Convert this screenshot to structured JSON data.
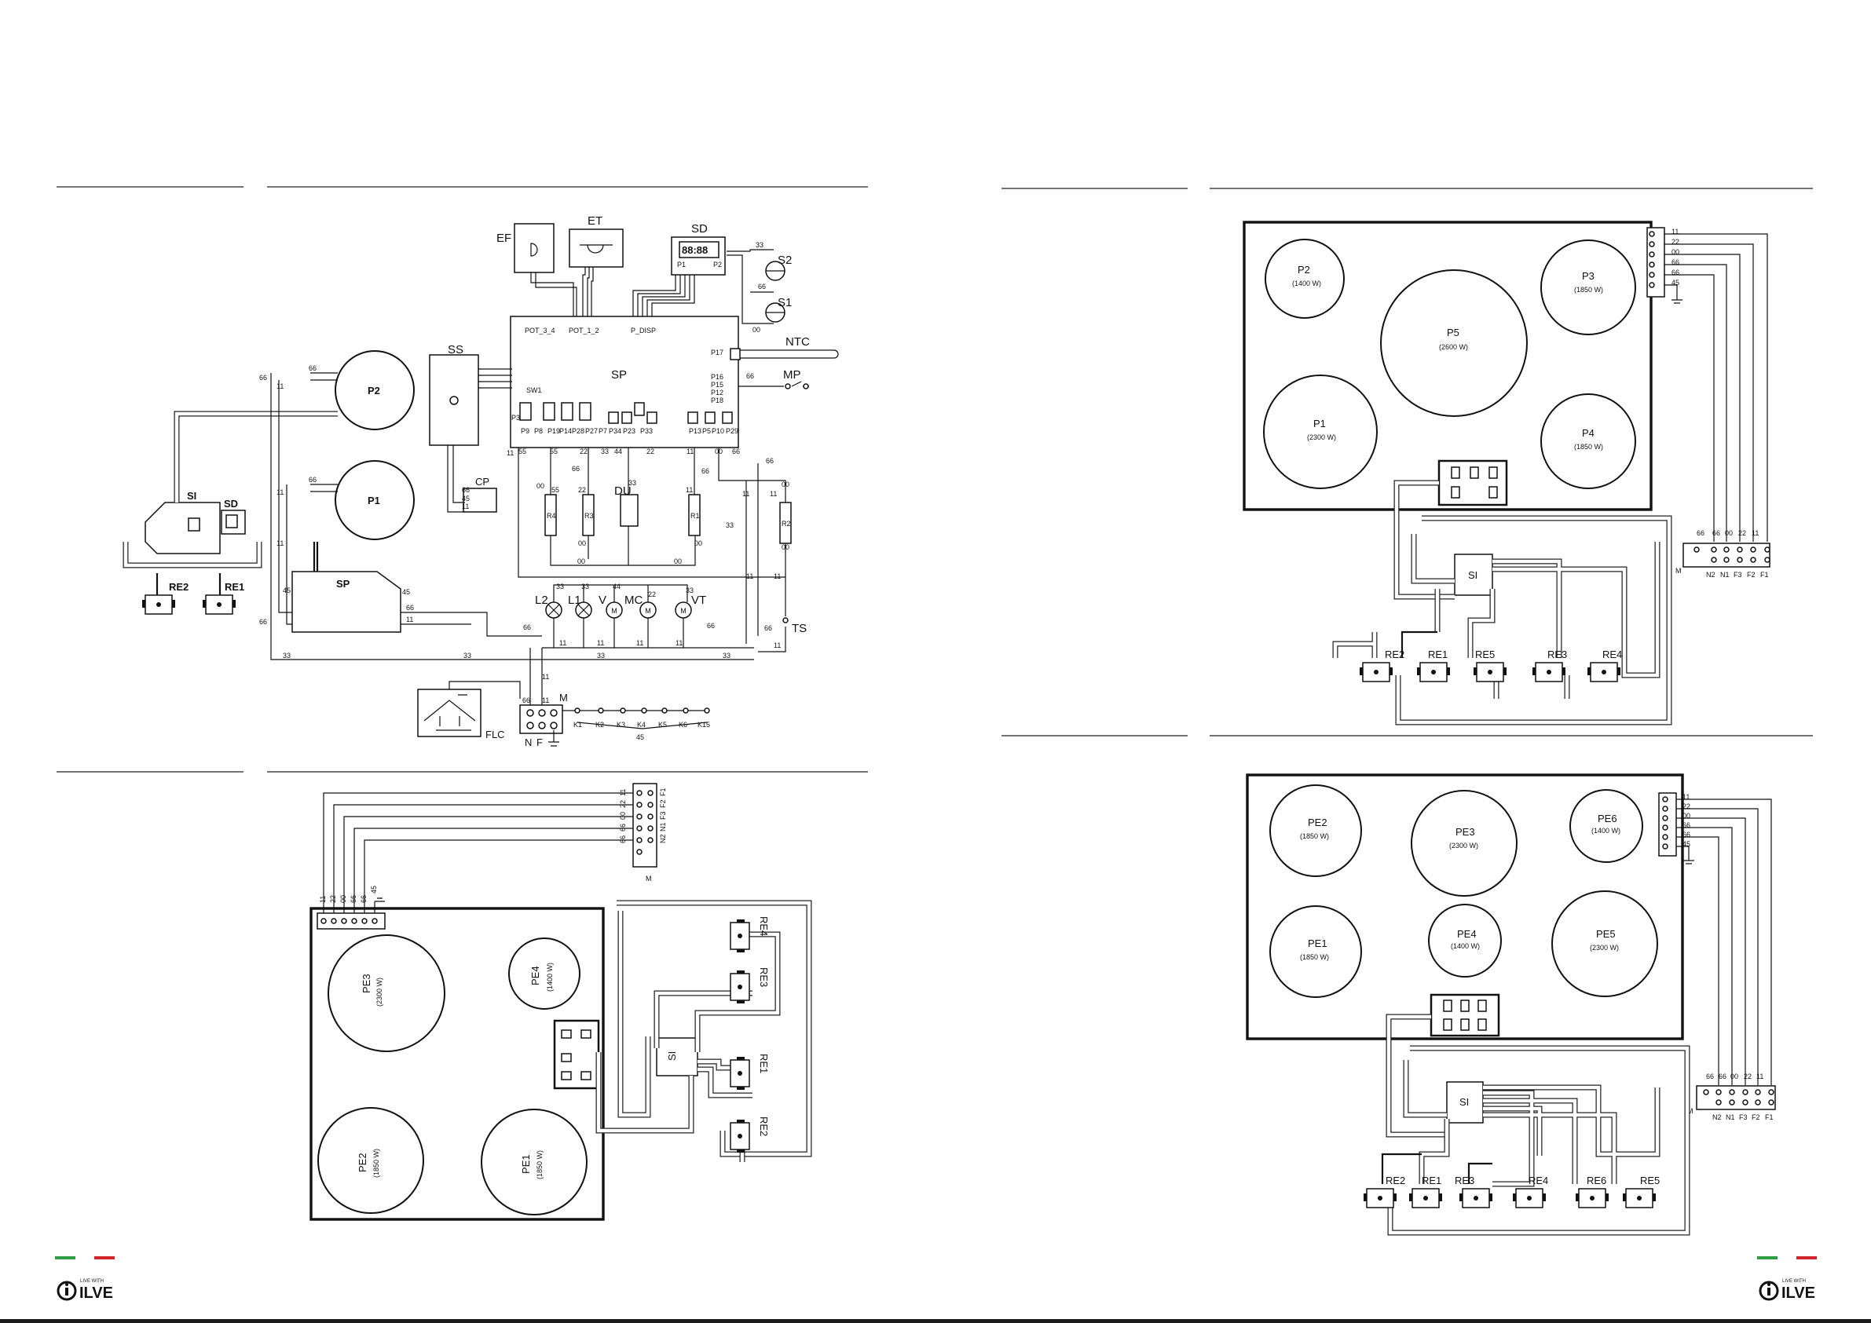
{
  "brand": {
    "tagline": "LIVE WITH",
    "name": "ILVE",
    "flag_green": "#2f9e45",
    "flag_red": "#d0262c"
  },
  "diagram_main": {
    "components": {
      "EF": "EF",
      "ET": "ET",
      "SD": "SD",
      "S2": "S2",
      "S1": "S1",
      "NTC": "NTC",
      "MP": "MP",
      "SS": "SS",
      "SP": "SP",
      "CP": "CP",
      "P2": "P2",
      "P1": "P1",
      "SI": "SI",
      "SD2": "SD",
      "SP2": "SP",
      "RE2": "RE2",
      "RE1": "RE1",
      "R4": "R4",
      "R3": "R3",
      "DU": "DU",
      "R1": "R1",
      "R2": "R2",
      "L2": "L2",
      "L1": "L1",
      "V": "V",
      "MC": "MC",
      "VT": "VT",
      "TS": "TS",
      "FLC": "FLC",
      "M": "M",
      "N": "N",
      "F": "F"
    },
    "connectors": [
      "POT_3_4",
      "POT_1_2",
      "P_DISP",
      "P17",
      "P16",
      "P15",
      "P12",
      "P18",
      "P38",
      "SW1"
    ],
    "pins_left": [
      "P9",
      "P8",
      "P19",
      "P14",
      "P28",
      "P27",
      "P7",
      "P34",
      "P23",
      "P33"
    ],
    "pins_right": [
      "P13",
      "P5",
      "P10",
      "P29"
    ],
    "wires": {
      "w11": "11",
      "w22": "22",
      "w33": "33",
      "w44": "44",
      "w55": "55",
      "w66": "66",
      "w00": "00",
      "w45": "45"
    },
    "bridges": [
      "K1",
      "K2",
      "K3",
      "K4",
      "K5",
      "K6",
      "K15"
    ],
    "bridge_wire": "45"
  },
  "hob_5": {
    "zones": [
      {
        "name": "P2",
        "power": "(1400 W)"
      },
      {
        "name": "P3",
        "power": "(1850 W)"
      },
      {
        "name": "P5",
        "power": "(2600 W)"
      },
      {
        "name": "P1",
        "power": "(2300 W)"
      },
      {
        "name": "P4",
        "power": "(1850 W)"
      }
    ],
    "regulators": [
      "RE2",
      "RE1",
      "RE5",
      "RE3",
      "RE4"
    ],
    "switch": "SI",
    "terminals": [
      "N2",
      "N1",
      "F3",
      "F2",
      "F1"
    ],
    "terminal_wires": [
      "66",
      "66",
      "00",
      "22",
      "11"
    ],
    "strip_wires": [
      "11",
      "22",
      "00",
      "66",
      "66",
      "45"
    ],
    "earth": "M"
  },
  "hob_4": {
    "zones": [
      {
        "name": "PE3",
        "power": "(2300 W)"
      },
      {
        "name": "PE4",
        "power": "(1400 W)"
      },
      {
        "name": "PE2",
        "power": "(1850 W)"
      },
      {
        "name": "PE1",
        "power": "(1850 W)"
      }
    ],
    "regulators": [
      "RE4",
      "RE3",
      "RE1",
      "RE2"
    ],
    "switch": "SI",
    "terminals": [
      "F1",
      "F2",
      "F3",
      "N1",
      "N2"
    ],
    "terminal_wires": [
      "11",
      "22",
      "00",
      "66",
      "66",
      "45"
    ],
    "earth": "M"
  },
  "hob_6": {
    "zones": [
      {
        "name": "PE2",
        "power": "(1850 W)"
      },
      {
        "name": "PE3",
        "power": "(2300 W)"
      },
      {
        "name": "PE6",
        "power": "(1400 W)"
      },
      {
        "name": "PE1",
        "power": "(1850 W)"
      },
      {
        "name": "PE4",
        "power": "(1400 W)"
      },
      {
        "name": "PE5",
        "power": "(2300 W)"
      }
    ],
    "regulators": [
      "RE2",
      "RE1",
      "RE3",
      "RE4",
      "RE6",
      "RE5"
    ],
    "switch": "SI",
    "terminals": [
      "N2",
      "N1",
      "F3",
      "F2",
      "F1"
    ],
    "terminal_wires": [
      "66",
      "66",
      "00",
      "22",
      "11"
    ],
    "strip_wires": [
      "11",
      "22",
      "00",
      "66",
      "66",
      "45"
    ],
    "earth": "M"
  }
}
